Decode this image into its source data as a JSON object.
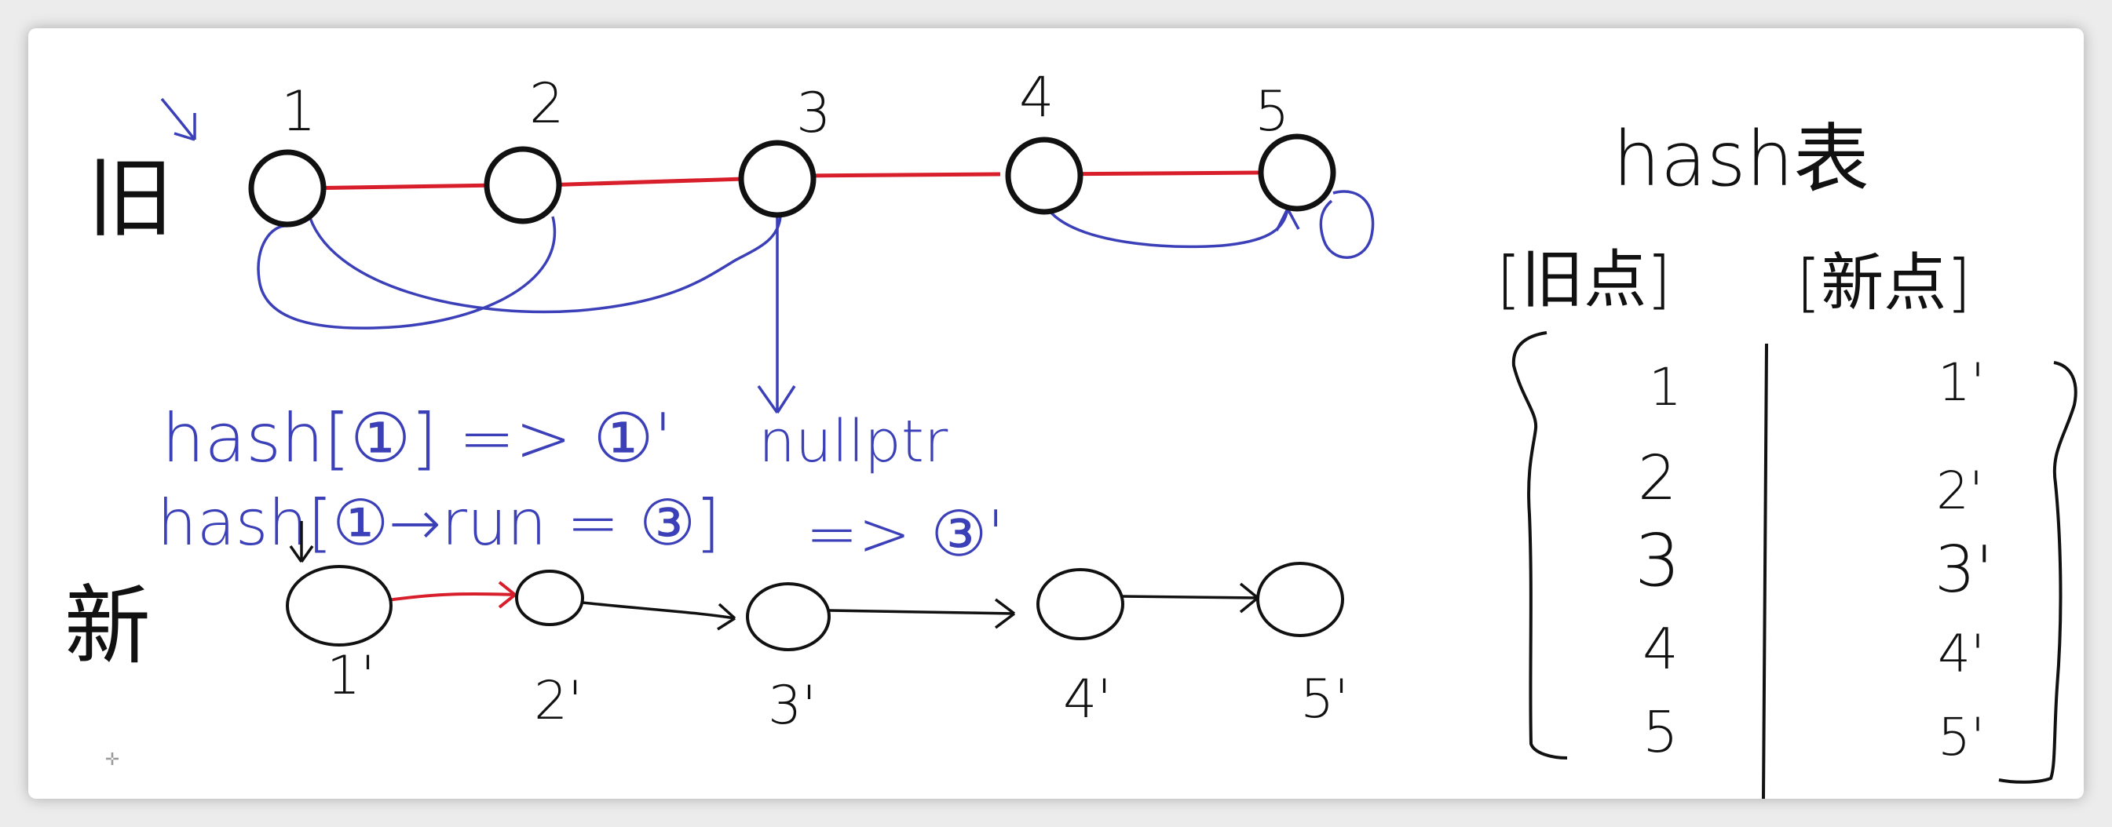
{
  "labels": {
    "old_list": "旧",
    "new_list": "新",
    "hash_table_title": "hash表",
    "old_node_header": "[旧点]",
    "new_node_header": "[新点]",
    "hash_line_1_left": "hash[①] => ①'",
    "hash_line_1_right": "nullptr",
    "hash_line_2_left": "hash[①→run = ③]",
    "hash_line_2_right": "=> ③'"
  },
  "old_nodes": [
    "1",
    "2",
    "3",
    "4",
    "5"
  ],
  "new_nodes": [
    "1'",
    "2'",
    "3'",
    "4'",
    "5'"
  ],
  "hash_table": {
    "old_points": [
      "1",
      "2",
      "3",
      "4",
      "5"
    ],
    "new_points": [
      "1'",
      "2'",
      "3'",
      "4'",
      "5'"
    ]
  },
  "colors": {
    "list_link": "#d81e2a",
    "random_pointer": "#3b3fb8",
    "ink": "#111111",
    "background": "#ffffff"
  }
}
